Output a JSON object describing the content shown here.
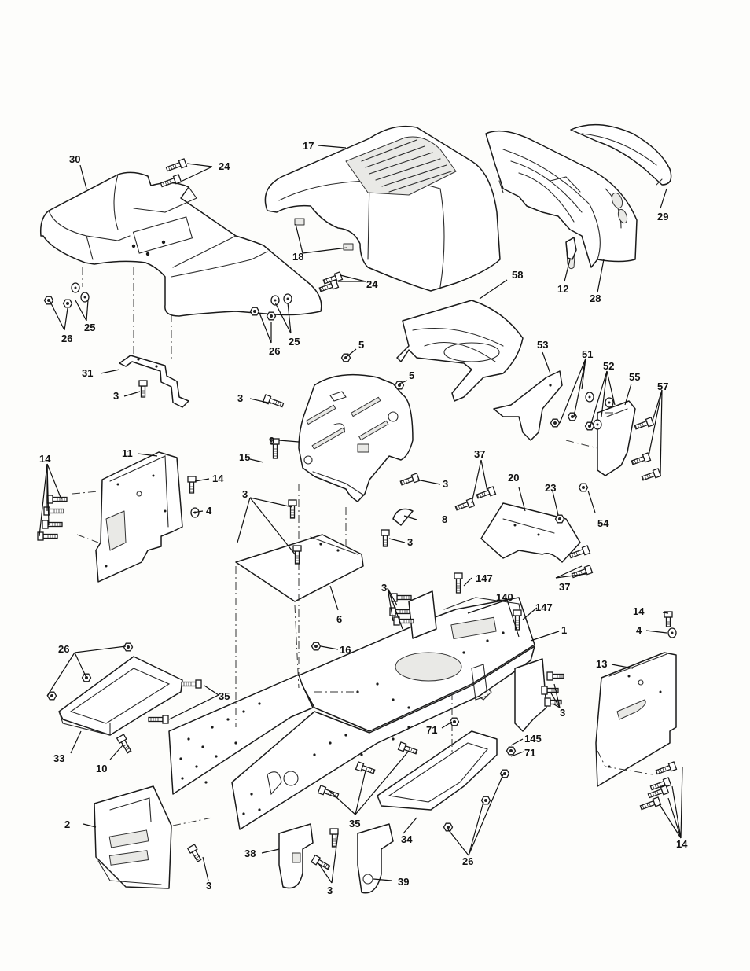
{
  "diagram": {
    "part_labels": [
      "30",
      "24",
      "17",
      "29",
      "18",
      "24",
      "12",
      "28",
      "25",
      "26",
      "25",
      "26",
      "58",
      "5",
      "5",
      "31",
      "3",
      "3",
      "53",
      "51",
      "52",
      "55",
      "57",
      "9",
      "14",
      "11",
      "15",
      "14",
      "4",
      "3",
      "37",
      "20",
      "23",
      "3",
      "8",
      "3",
      "54",
      "6",
      "37",
      "147",
      "3",
      "140",
      "147",
      "1",
      "14",
      "4",
      "16",
      "26",
      "13",
      "35",
      "3",
      "71",
      "145",
      "33",
      "10",
      "71",
      "2",
      "35",
      "34",
      "38",
      "3",
      "39",
      "3",
      "26",
      "14"
    ]
  }
}
